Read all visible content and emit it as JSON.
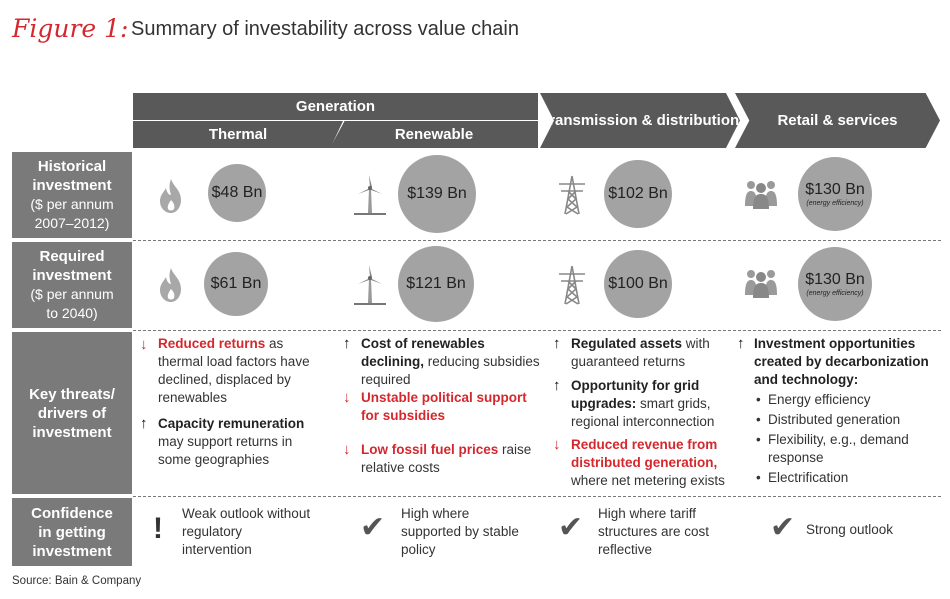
{
  "figure": {
    "label": "Figure 1:",
    "title": "Summary of investability across value chain"
  },
  "headers": {
    "generation": "Generation",
    "thermal": "Thermal",
    "renewable": "Renewable",
    "td": "Transmission & distribution",
    "retail": "Retail & services"
  },
  "rows": {
    "historical": {
      "title1": "Historical",
      "title2": "investment",
      "sub1": "($ per annum",
      "sub2": "2007–2012)"
    },
    "required": {
      "title1": "Required",
      "title2": "investment",
      "sub1": "($ per annum",
      "sub2": "to 2040)"
    },
    "threats": {
      "line1": "Key threats/",
      "line2": "drivers of",
      "line3": "investment"
    },
    "confidence": {
      "line1": "Confidence",
      "line2": "in getting",
      "line3": "investment"
    }
  },
  "historical": {
    "thermal": "$48 Bn",
    "renewable": "$139 Bn",
    "td": "$102 Bn",
    "retail": "$130 Bn",
    "retail_note": "(energy efficiency)"
  },
  "required": {
    "thermal": "$61 Bn",
    "renewable": "$121 Bn",
    "td": "$100 Bn",
    "retail": "$130 Bn",
    "retail_note": "(energy efficiency)"
  },
  "icons": {
    "thermal": "flame-icon",
    "renewable": "wind-turbine-icon",
    "td": "transmission-tower-icon",
    "retail": "people-icon"
  },
  "threats": {
    "thermal": {
      "a_red": "Reduced returns",
      "a_rest": " as thermal load factors have declined, displaced by renewables",
      "b_bold": "Capacity remuneration",
      "b_rest": " may support returns in some geographies"
    },
    "renewable": {
      "a_bold": "Cost of renewables declining,",
      "a_rest": " reducing subsidies required",
      "b_red": "Unstable political support for subsidies",
      "c_red": "Low fossil fuel prices",
      "c_rest": " raise relative costs"
    },
    "td": {
      "a_bold": "Regulated assets",
      "a_rest": " with guaranteed returns",
      "b_bold": "Opportunity for grid upgrades:",
      "b_rest": " smart grids, regional interconnection",
      "c_red": "Reduced revenue from distributed generation,",
      "c_rest": " where net metering exists"
    },
    "retail": {
      "head": "Investment opportunities created by decarbonization and technology:",
      "bullets": [
        "Energy efficiency",
        "Distributed generation",
        "Flexibility, e.g., demand response",
        "Electrification"
      ]
    }
  },
  "confidence": {
    "thermal": "Weak outlook without regulatory intervention",
    "renewable": "High where supported by stable policy",
    "td": "High where tariff structures are cost reflective",
    "retail": "Strong outlook"
  },
  "source": "Source: Bain & Company",
  "colors": {
    "accent_red": "#d4282e",
    "header_dark": "#595959",
    "row_label": "#7a7a7a",
    "bubble": "#a3a3a3"
  }
}
